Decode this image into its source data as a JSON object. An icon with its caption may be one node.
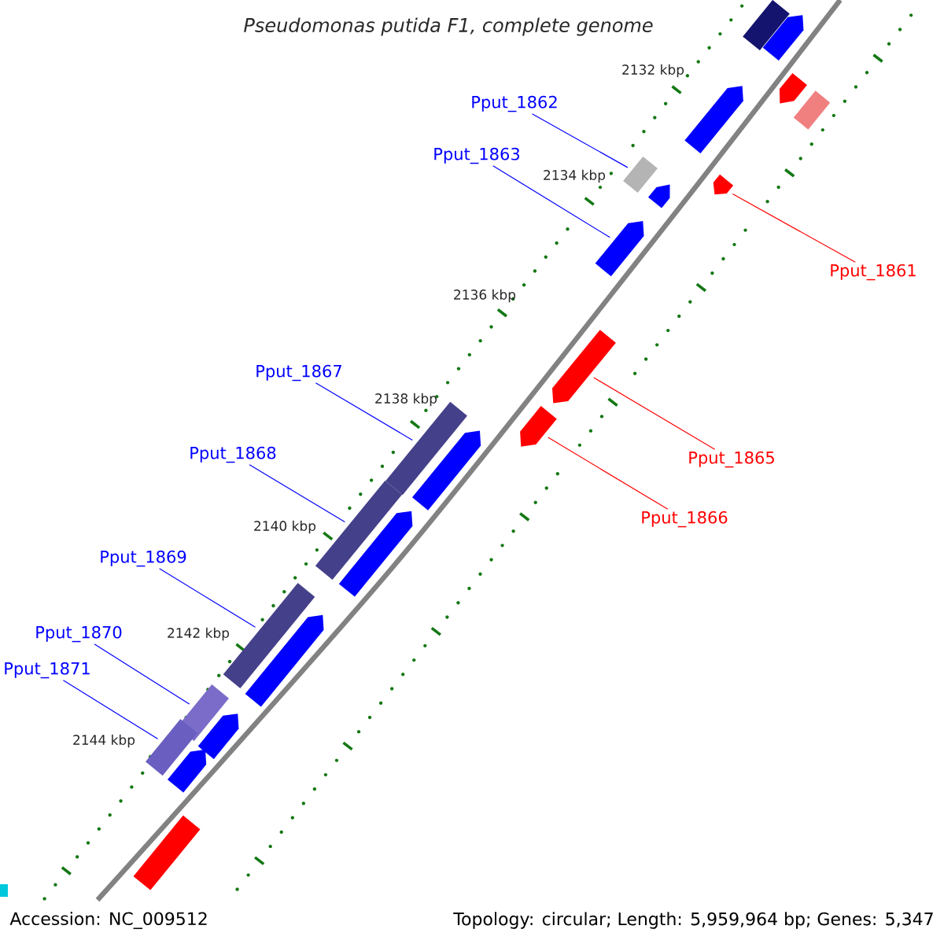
{
  "diagram": {
    "title": "Pseudomonas putida F1, complete genome",
    "nodes": [
      {
        "text": [
          "Pput_1862"
        ]
      },
      {
        "text": [
          "Pput_1863"
        ]
      },
      {
        "text": [
          "Pput_1861"
        ]
      },
      {
        "text": [
          "Pput_1867"
        ]
      },
      {
        "text": [
          "Pput_1868"
        ]
      },
      {
        "text": [
          "Pput_1865"
        ]
      },
      {
        "text": [
          "Pput_1866"
        ]
      },
      {
        "text": [
          "Pput_1869"
        ]
      },
      {
        "text": [
          "Pput_1870"
        ]
      },
      {
        "text": [
          "Pput_1871"
        ]
      },
      {
        "text": [],
        "shape": "box"
      },
      {
        "text": [],
        "shape": "pentagon"
      },
      {
        "text": [],
        "shape": "pentagon"
      },
      {
        "text": [],
        "shape": "box"
      },
      {
        "text": [],
        "shape": "pentagon"
      },
      {
        "text": [],
        "shape": "box"
      },
      {
        "text": [],
        "shape": "pentagon"
      },
      {
        "text": [],
        "shape": "pentagon"
      },
      {
        "text": [],
        "shape": "pentagon"
      },
      {
        "text": [],
        "shape": "pentagon"
      },
      {
        "text": [],
        "shape": "pentagon"
      },
      {
        "text": [],
        "shape": "box"
      },
      {
        "text": [],
        "shape": "pentagon"
      },
      {
        "text": [],
        "shape": "box"
      },
      {
        "text": [],
        "shape": "pentagon"
      },
      {
        "text": [],
        "shape": "box"
      },
      {
        "text": [],
        "shape": "pentagon"
      },
      {
        "text": [],
        "shape": "box"
      },
      {
        "text": [],
        "shape": "pentagon"
      },
      {
        "text": [],
        "shape": "box"
      },
      {
        "text": [],
        "shape": "pentagon"
      },
      {
        "text": [],
        "shape": "box"
      }
    ],
    "edges": [
      {
        "from": 0,
        "to": 15,
        "arrow": "none"
      },
      {
        "from": 1,
        "to": 18,
        "arrow": "none"
      },
      {
        "from": 2,
        "to": 16,
        "arrow": "none",
        "color": "#ff0000"
      },
      {
        "from": 3,
        "to": 21,
        "arrow": "none"
      },
      {
        "from": 4,
        "to": 23,
        "arrow": "none"
      },
      {
        "from": 5,
        "to": 19,
        "arrow": "none",
        "color": "#ff0000"
      },
      {
        "from": 6,
        "to": 20,
        "arrow": "none",
        "color": "#ff0000"
      },
      {
        "from": 7,
        "to": 25,
        "arrow": "none"
      },
      {
        "from": 8,
        "to": 27,
        "arrow": "none"
      },
      {
        "from": 9,
        "to": 29,
        "arrow": "none"
      }
    ],
    "labels": [
      "2132 kbp",
      "2134 kbp",
      "2136 kbp",
      "2138 kbp",
      "2140 kbp",
      "2142 kbp",
      "2144 kbp",
      "Accession: NC_009512",
      "Topology: circular; Length: 5,959,964 bp; Genes: 5,347"
    ]
  }
}
